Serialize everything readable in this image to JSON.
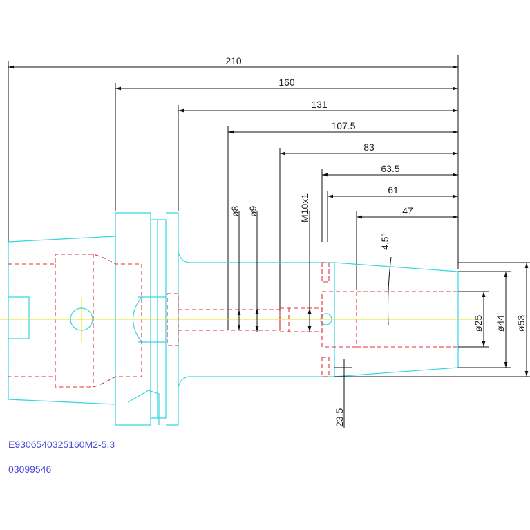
{
  "drawing": {
    "dimensions": {
      "d210": "210",
      "d160": "160",
      "d131": "131",
      "d1075": "107.5",
      "d83": "83",
      "d635": "63.5",
      "d61": "61",
      "d47": "47",
      "d8": "ø8",
      "d9": "ø9",
      "m10": "M10x1",
      "angle": "4.5°",
      "d25": "ø25",
      "d44": "ø44",
      "d53": "ø53",
      "d235": "23.5"
    },
    "part_code": "E9306540325160M2-5.3",
    "serial": "03099546"
  },
  "colors": {
    "outline": "#33d6dd",
    "hidden": "#e0303a",
    "centerline": "#e8e000",
    "dimension": "#111111",
    "code_text": "#4b4bd6"
  }
}
